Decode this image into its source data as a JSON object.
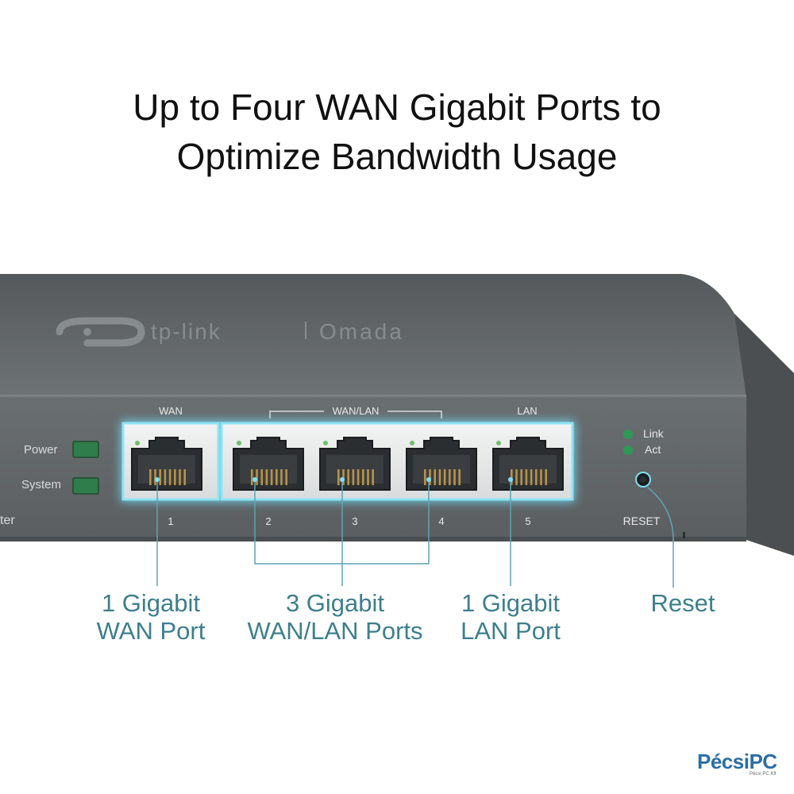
{
  "headline": {
    "line1": "Up to Four WAN Gigabit Ports to",
    "line2": "Optimize Bandwidth Usage"
  },
  "device": {
    "brand": "tp-link",
    "sub_brand": "Omada",
    "leds": {
      "power": "Power",
      "system": "System"
    },
    "group_labels": {
      "wan": "WAN",
      "wan_lan": "WAN/LAN",
      "lan": "LAN"
    },
    "port_numbers": [
      "1",
      "2",
      "3",
      "4",
      "5"
    ],
    "status": {
      "link": "Link",
      "act": "Act"
    },
    "reset_label": "RESET",
    "edge_text": "ter",
    "colors": {
      "body": "#5e6264",
      "top": "#6c7173",
      "led": "#2f7d4a",
      "glow": "#6fd8ef",
      "callout": "#3d7f8c"
    }
  },
  "callouts": {
    "wan": {
      "line1": "1 Gigabit",
      "line2": "WAN Port"
    },
    "wan_lan": {
      "line1": "3 Gigabit",
      "line2": "WAN/LAN Ports"
    },
    "lan": {
      "line1": "1 Gigabit",
      "line2": "LAN Port"
    },
    "reset": {
      "line1": "Reset"
    }
  },
  "watermark": {
    "text": "PécsiPC",
    "sub": "Pécsi PC Kft"
  }
}
